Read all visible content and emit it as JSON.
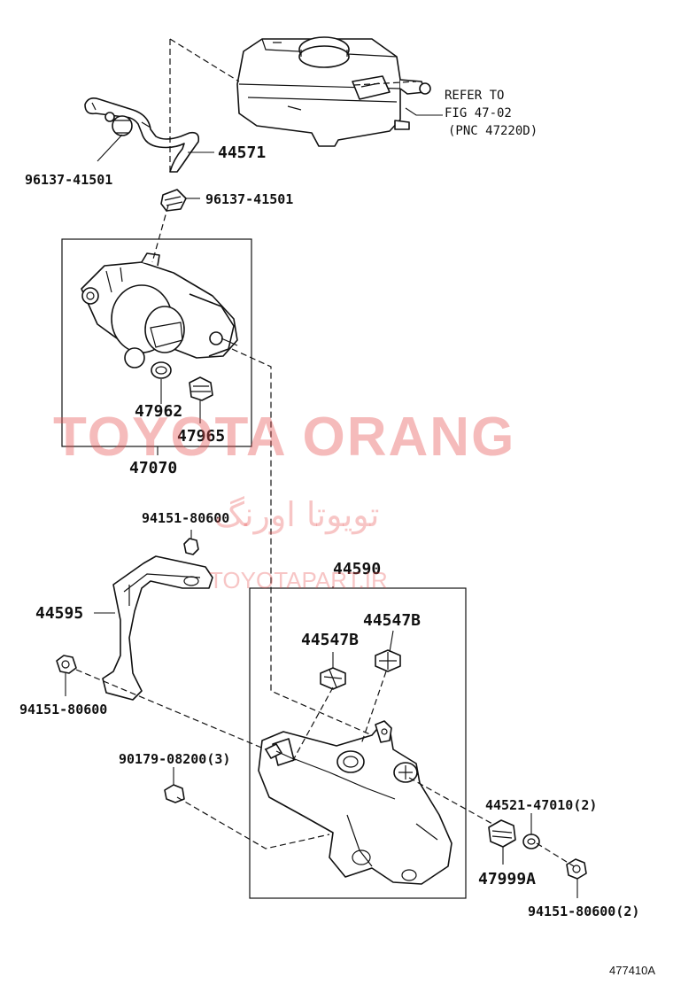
{
  "figure_id": "477410A",
  "reference_note": {
    "line1": "REFER TO",
    "line2": "FIG 47-02",
    "line3": "(PNC 47220D)"
  },
  "part_labels": {
    "hose": "44571",
    "hose_clamp_left": "96137-41501",
    "hose_clamp_right": "96137-41501",
    "pump_seal": "47962",
    "pump_cap": "47965",
    "pump_assembly": "47070",
    "bracket_nut_top": "94151-80600",
    "bracket": "44595",
    "bracket_nut_left": "94151-80600",
    "actuator_assembly": "44590",
    "cushion_a": "44547B",
    "cushion_b": "44547B",
    "bolt": "90179-08200(3)",
    "collar": "44521-47010(2)",
    "cushion_bottom": "47999A",
    "nut_bottom": "94151-80600(2)"
  },
  "watermark": {
    "brand": "TOYOTA ORANG",
    "persian": "تویوتا اورنگ",
    "site": "TOYOTAPART.IR"
  }
}
